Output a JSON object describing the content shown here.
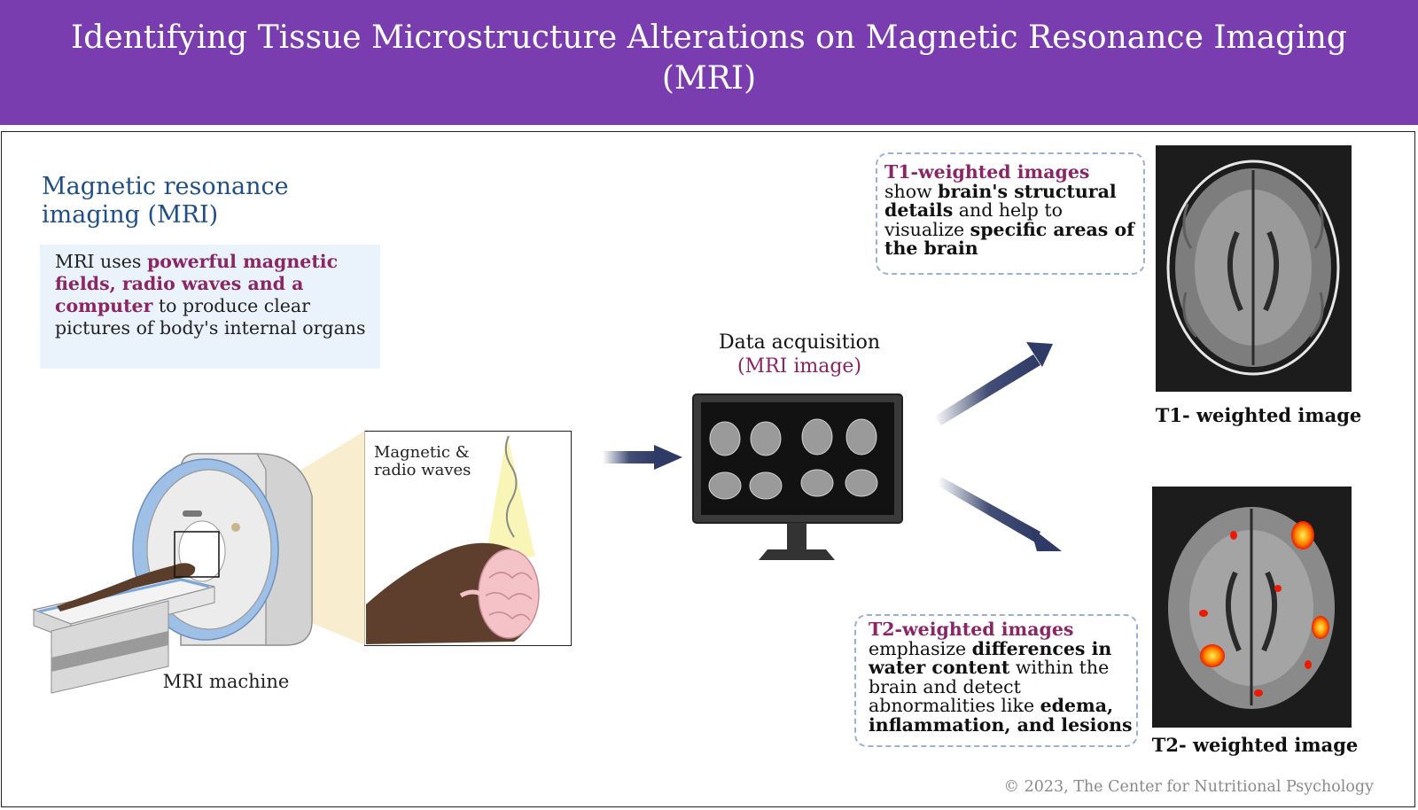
{
  "header": {
    "title": "Identifying Tissue Microstructure Alterations on Magnetic Resonance Imaging (MRI)"
  },
  "mri": {
    "heading": "Magnetic resonance imaging (MRI)",
    "desc_1": "MRI uses ",
    "desc_2": "powerful magnetic fields, radio waves and a computer",
    "desc_3": " to produce clear pictures of body's internal organs",
    "machine_label": "MRI machine"
  },
  "inset": {
    "label": "Magnetic & radio waves"
  },
  "acquisition": {
    "title": "Data acquisition",
    "subtitle": "(MRI image)"
  },
  "t1": {
    "title": "T1-weighted images",
    "p1": " show ",
    "p2": "brain's structural details",
    "p3": " and help to visualize ",
    "p4": "specific areas of the brain",
    "label": "T1- weighted image"
  },
  "t2": {
    "title": "T2-weighted images",
    "p1": " emphasize ",
    "p2": "differences in water content",
    "p3": " within the brain and detect abnormalities like ",
    "p4": "edema, inflammation, and lesions",
    "label": "T2- weighted image"
  },
  "footer": {
    "copyright": "© 2023, The Center for Nutritional Psychology"
  },
  "colors": {
    "header": "#7a3db0",
    "accent_text": "#8a2566",
    "heading_blue": "#1f4f88",
    "arrow": "#2e3b66"
  }
}
